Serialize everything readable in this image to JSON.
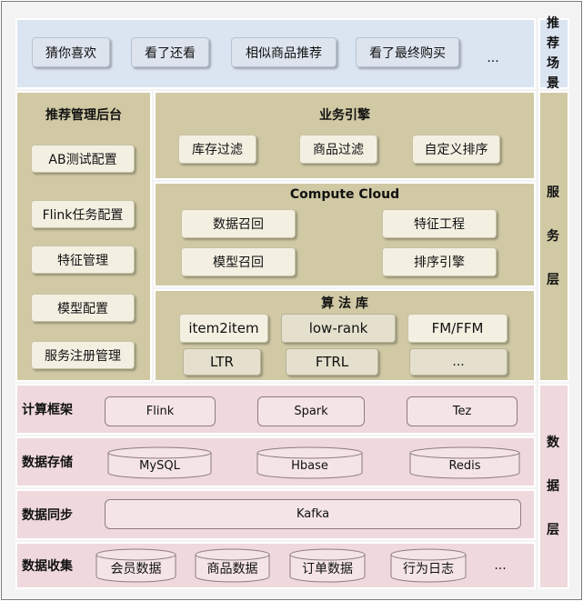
{
  "scene": {
    "side_label": "推荐场景",
    "items": [
      "猜你喜欢",
      "看了还看",
      "相似商品推荐",
      "看了最终购买"
    ],
    "more": "..."
  },
  "service": {
    "side_label": "服务层",
    "admin": {
      "title": "推荐管理后台",
      "items": [
        "AB测试配置",
        "Flink任务配置",
        "特征管理",
        "模型配置",
        "服务注册管理"
      ]
    },
    "engine": {
      "title": "业务引擎",
      "items": [
        "库存过滤",
        "商品过滤",
        "自定义排序"
      ]
    },
    "compute": {
      "title": "Compute Cloud",
      "items": [
        "数据召回",
        "特征工程",
        "模型召回",
        "排序引擎"
      ]
    },
    "algo": {
      "title": "算 法 库",
      "items": [
        "item2item",
        "low-rank",
        "FM/FFM",
        "LTR",
        "FTRL",
        "..."
      ]
    }
  },
  "data_layer": {
    "side_label": "数据层",
    "compute_framework": {
      "label": "计算框架",
      "items": [
        "Flink",
        "Spark",
        "Tez"
      ]
    },
    "storage": {
      "label": "数据存储",
      "items": [
        "MySQL",
        "Hbase",
        "Redis"
      ]
    },
    "sync": {
      "label": "数据同步",
      "items": [
        "Kafka"
      ]
    },
    "collect": {
      "label": "数据收集",
      "items": [
        "会员数据",
        "商品数据",
        "订单数据",
        "行为日志"
      ],
      "more": "..."
    }
  }
}
